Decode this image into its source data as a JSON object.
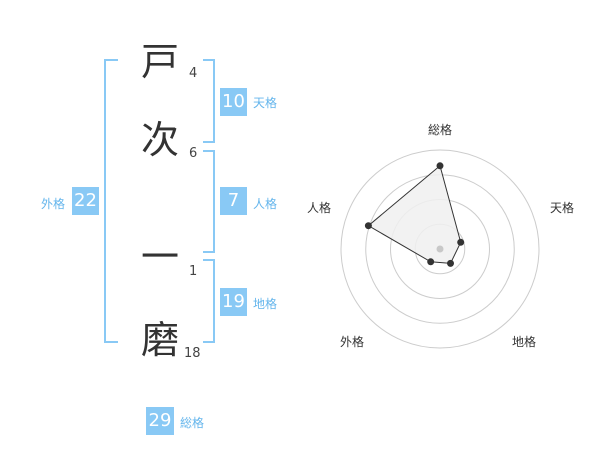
{
  "name": {
    "chars": [
      {
        "char": "戸",
        "strokes": "4"
      },
      {
        "char": "次",
        "strokes": "6"
      },
      {
        "char": "一",
        "strokes": "1"
      },
      {
        "char": "磨",
        "strokes": "18"
      }
    ]
  },
  "fortunes": {
    "tenkaku": {
      "value": "10",
      "label": "天格"
    },
    "jinkaku": {
      "value": "7",
      "label": "人格"
    },
    "chikaku": {
      "value": "19",
      "label": "地格"
    },
    "gaikaku": {
      "value": "22",
      "label": "外格"
    },
    "soukaku": {
      "value": "29",
      "label": "総格"
    }
  },
  "colors": {
    "accent": "#89c9f5",
    "accent_text": "#64b5ec",
    "grid": "#cccccc",
    "polygon_fill": "#f0f0f0",
    "polygon_stroke": "#333333"
  },
  "chart_data": {
    "type": "radar",
    "axes": [
      "総格",
      "天格",
      "地格",
      "外格",
      "人格"
    ],
    "values": [
      0.84,
      0.22,
      0.18,
      0.16,
      0.76
    ],
    "max": 1,
    "rings": 4
  }
}
